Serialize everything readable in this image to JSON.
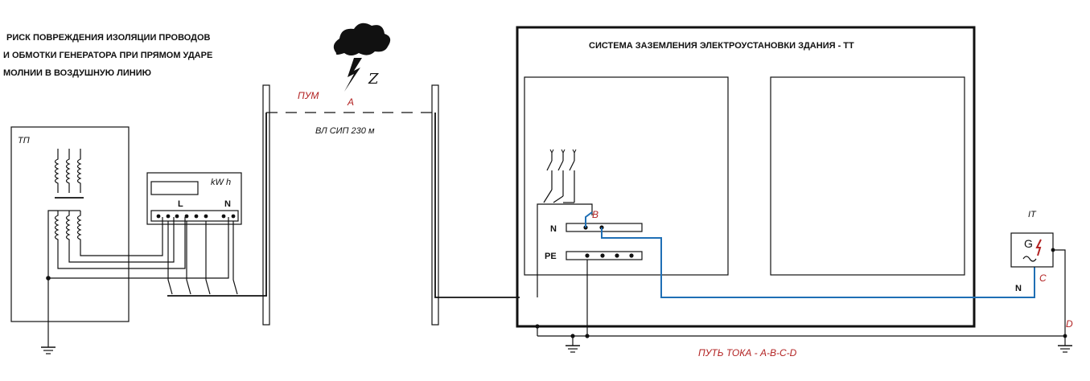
{
  "title": {
    "line1": "РИСК ПОВРЕЖДЕНИЯ  ИЗОЛЯЦИИ  ПРОВОДОВ",
    "line2": "И  ОБМОТКИ ГЕНЕРАТОРА ПРИ  ПРЯМОМ УДАРЕ",
    "line3": "МОЛНИИ В ВОЗДУШНУЮ ЛИНИЮ"
  },
  "substation": {
    "label": "ТП"
  },
  "meter": {
    "unit": "kW h",
    "phase_label": "L",
    "neutral_label": "N"
  },
  "overhead_line": {
    "spd_label": "ПУМ",
    "point_a": "A",
    "line_label": "ВЛ СИП 230 м"
  },
  "lightning": {
    "symbol": "Z"
  },
  "building": {
    "title": "СИСТЕМА ЗАЗЕМЛЕНИЯ ЭЛЕКТРОУСТАНОВКИ ЗДАНИЯ - ТТ",
    "n_bus_label": "N",
    "pe_bus_label": "PE",
    "point_b": "B"
  },
  "generator": {
    "system_label": "IT",
    "symbol": "G",
    "point_c": "C",
    "n_label": "N",
    "point_d": "D"
  },
  "current_path": "ПУТЬ ТОКА -  A-B-C-D",
  "colors": {
    "path_blue": "#1f6fb5",
    "label_red": "#b22222"
  }
}
